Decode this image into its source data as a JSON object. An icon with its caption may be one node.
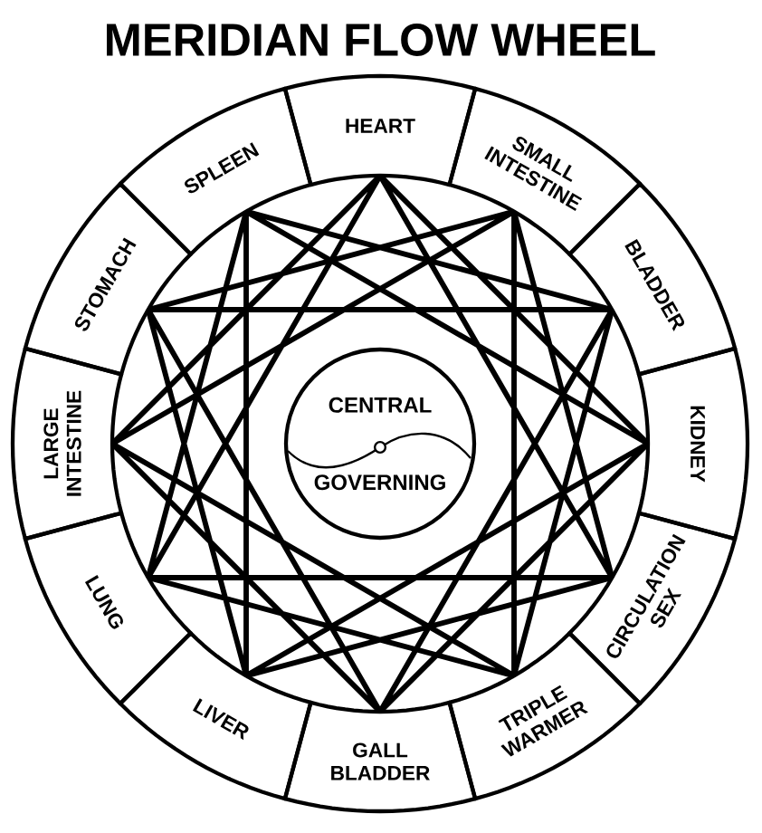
{
  "diagram": {
    "title": "MERIDIAN FLOW WHEEL",
    "nodes": [
      {
        "text": [
          "HEART"
        ]
      },
      {
        "text": [
          "SMALL INTESTINE"
        ]
      },
      {
        "text": [
          "BLADDER"
        ]
      },
      {
        "text": [
          "KIDNEY"
        ]
      },
      {
        "text": [
          "CIRCULATION SEX"
        ]
      },
      {
        "text": [
          "TRIPLE WARMER"
        ]
      },
      {
        "text": [
          "GALL BLADDER"
        ]
      },
      {
        "text": [
          "LIVER"
        ]
      },
      {
        "text": [
          "LUNG"
        ]
      },
      {
        "text": [
          "LARGE INTESTINE"
        ]
      },
      {
        "text": [
          "STOMACH"
        ]
      },
      {
        "text": [
          "SPLEEN"
        ]
      },
      {
        "text": [
          "CENTRAL",
          "GOVERNING"
        ]
      }
    ]
  }
}
